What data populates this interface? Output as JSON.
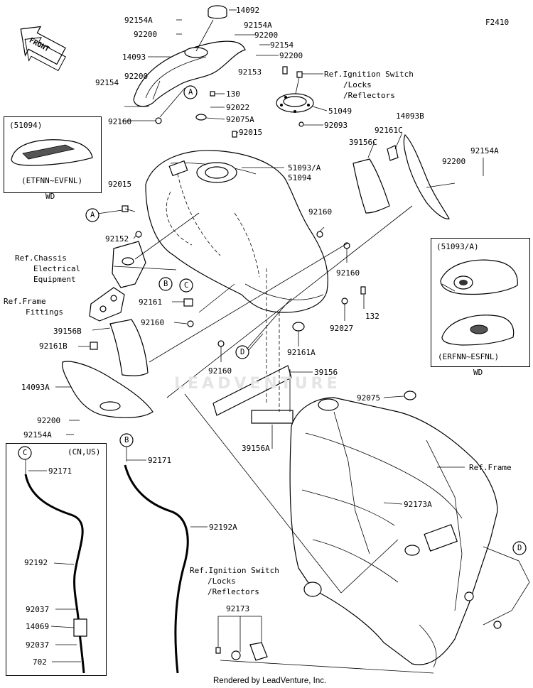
{
  "diagram": {
    "code": "F2410",
    "front_label": "FRONT",
    "footer": "Rendered by LeadVenture, Inc.",
    "watermark": "LEADVENTURE"
  },
  "inset_left": {
    "model": "(51094)",
    "variants": "(ETFNN~EVFNL)",
    "finish": "WD"
  },
  "inset_right": {
    "model": "(51093/A)",
    "variants": "(ERFNN~ESFNL)",
    "finish": "WD"
  },
  "hose_box": {
    "circle": "C",
    "region": "(CN,US)"
  },
  "parts": {
    "p14092": "14092",
    "p92154A_1": "92154A",
    "p92200_1": "92200",
    "p92154A_2": "92154A",
    "p92200_2": "92200",
    "p92154_1": "92154",
    "p14093": "14093",
    "p92200_3": "92200",
    "p92200_4": "92200",
    "p92154_2": "92154",
    "p92153": "92153",
    "p130": "130",
    "p92022": "92022",
    "p92160_1": "92160",
    "p92075A": "92075A",
    "p92015_1": "92015",
    "p51049": "51049",
    "p92093": "92093",
    "p14093B": "14093B",
    "p92161C": "92161C",
    "p39156C": "39156C",
    "p92200_5": "92200",
    "p92154A_3": "92154A",
    "p51093A": "51093/A",
    "p51094": "51094",
    "p92015_2": "92015",
    "p92160_2": "92160",
    "p92152": "92152",
    "p92160_3": "92160",
    "p92161": "92161",
    "p92160_4": "92160",
    "p132": "132",
    "p92027": "92027",
    "p39156B": "39156B",
    "p92161B": "92161B",
    "p92161A": "92161A",
    "p92160_5": "92160",
    "p39156": "39156",
    "p14093A": "14093A",
    "p92075": "92075",
    "p92200_6": "92200",
    "p92154A_4": "92154A",
    "p39156A": "39156A",
    "p92171_1": "92171",
    "p92171_2": "92171",
    "p92173A": "92173A",
    "p92192A": "92192A",
    "p92192": "92192",
    "p92037_1": "92037",
    "p14069": "14069",
    "p92037_2": "92037",
    "p702": "702",
    "p92173": "92173"
  },
  "refs": {
    "ignition_top": [
      "Ref.Ignition Switch",
      "/Locks",
      "/Reflectors"
    ],
    "chassis": [
      "Ref.Chassis",
      "Electrical",
      "Equipment"
    ],
    "frame_fittings": [
      "Ref.Frame",
      "Fittings"
    ],
    "frame": "Ref.Frame",
    "ignition_bottom": [
      "Ref.Ignition Switch",
      "/Locks",
      "/Reflectors"
    ]
  },
  "callouts": {
    "A": "A",
    "B": "B",
    "C": "C",
    "D": "D"
  }
}
